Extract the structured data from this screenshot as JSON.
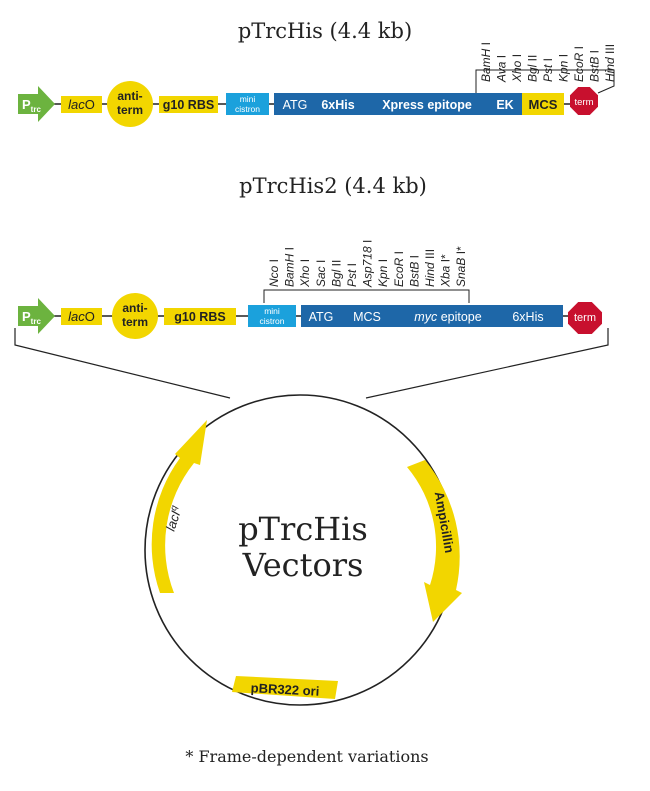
{
  "colors": {
    "green": "#6cb33f",
    "yellow": "#f2d600",
    "cyan": "#1ba1dc",
    "blue": "#1e67a8",
    "red": "#c8102e",
    "line": "#222222"
  },
  "map1": {
    "title": "pTrcHis (4.4 kb)",
    "promoter_main": "P",
    "promoter_sub": "trc",
    "laco_italic": "lac",
    "laco_rest": "O",
    "antiterm_1": "anti-",
    "antiterm_2": "term",
    "rbs": "g10 RBS",
    "mini_1": "mini",
    "mini_2": "cistron",
    "atg": "ATG",
    "his": "6xHis",
    "xpress": "Xpress epitope",
    "ek": "EK",
    "mcs": "MCS",
    "term": "term",
    "sites": [
      {
        "i": "BamH",
        "r": " I"
      },
      {
        "i": "Ava",
        "r": " I"
      },
      {
        "i": "Xho",
        "r": " I"
      },
      {
        "i": "Bgl",
        "r": " II"
      },
      {
        "i": "Pst",
        "r": " I"
      },
      {
        "i": "Kpn",
        "r": " I"
      },
      {
        "i": "EcoR",
        "r": " I"
      },
      {
        "i": "BstB",
        "r": " I"
      },
      {
        "i": "Hind",
        "r": " III"
      }
    ]
  },
  "map2": {
    "title": "pTrcHis2 (4.4 kb)",
    "promoter_main": "P",
    "promoter_sub": "trc",
    "laco_italic": "lac",
    "laco_rest": "O",
    "antiterm_1": "anti-",
    "antiterm_2": "term",
    "rbs": "g10 RBS",
    "mini_1": "mini",
    "mini_2": "cistron",
    "atg": "ATG",
    "mcs": "MCS",
    "myc_italic": "myc",
    "myc_rest": " epitope",
    "his": "6xHis",
    "term": "term",
    "sites": [
      {
        "i": "Nco",
        "r": " I"
      },
      {
        "i": "BamH",
        "r": " I"
      },
      {
        "i": "Xho",
        "r": " I"
      },
      {
        "i": "Sac",
        "r": " I"
      },
      {
        "i": "Bgl",
        "r": " II"
      },
      {
        "i": "Pst",
        "r": " I"
      },
      {
        "i": "Asp718",
        "r": " I"
      },
      {
        "i": "Kpn",
        "r": " I"
      },
      {
        "i": "EcoR",
        "r": " I"
      },
      {
        "i": "BstB",
        "r": " I"
      },
      {
        "i": "Hind",
        "r": " III"
      },
      {
        "i": "Xba",
        "r": " I*"
      },
      {
        "i": "SnaB",
        "r": " I*"
      }
    ]
  },
  "plasmid": {
    "name_1": "pTrcHis",
    "name_2": "Vectors",
    "laciq_main": "lacI",
    "laciq_sup": "q",
    "ampicillin": "Ampicillin",
    "ori": "pBR322  ori"
  },
  "footnote": "* Frame-dependent variations"
}
